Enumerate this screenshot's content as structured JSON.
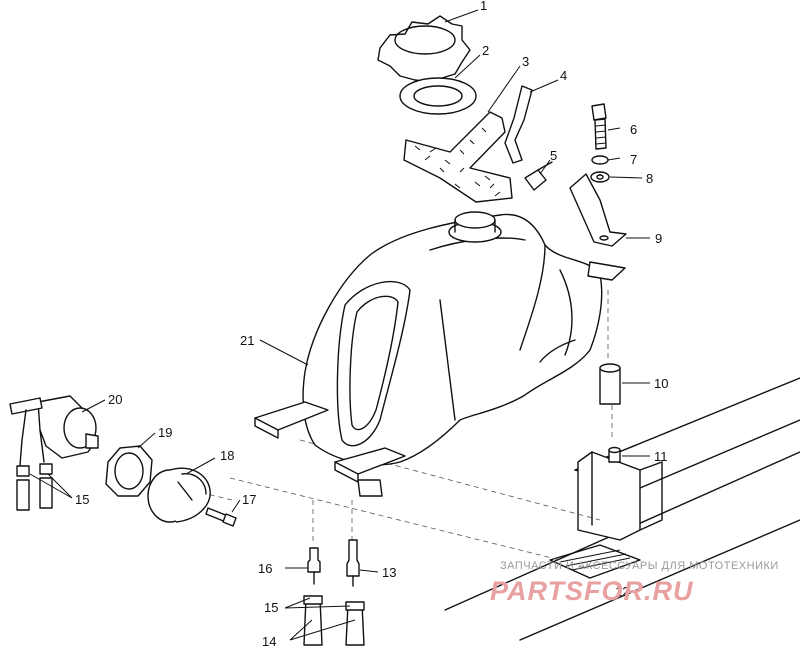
{
  "callouts": [
    "1",
    "2",
    "3",
    "4",
    "5",
    "6",
    "7",
    "8",
    "9",
    "10",
    "11",
    "12",
    "13",
    "14",
    "15",
    "15",
    "16",
    "17",
    "18",
    "19",
    "20",
    "21"
  ],
  "watermark": {
    "tagline": "ЗАПЧАСТИ И АКСЕССУАРЫ ДЛЯ МОТОТЕХНИКИ",
    "logo": "PARTSFOR.RU"
  },
  "colors": {
    "line": "#111111",
    "background": "#ffffff",
    "watermark_logo": "#e8a0a0",
    "watermark_text": "#9a9a9a"
  }
}
